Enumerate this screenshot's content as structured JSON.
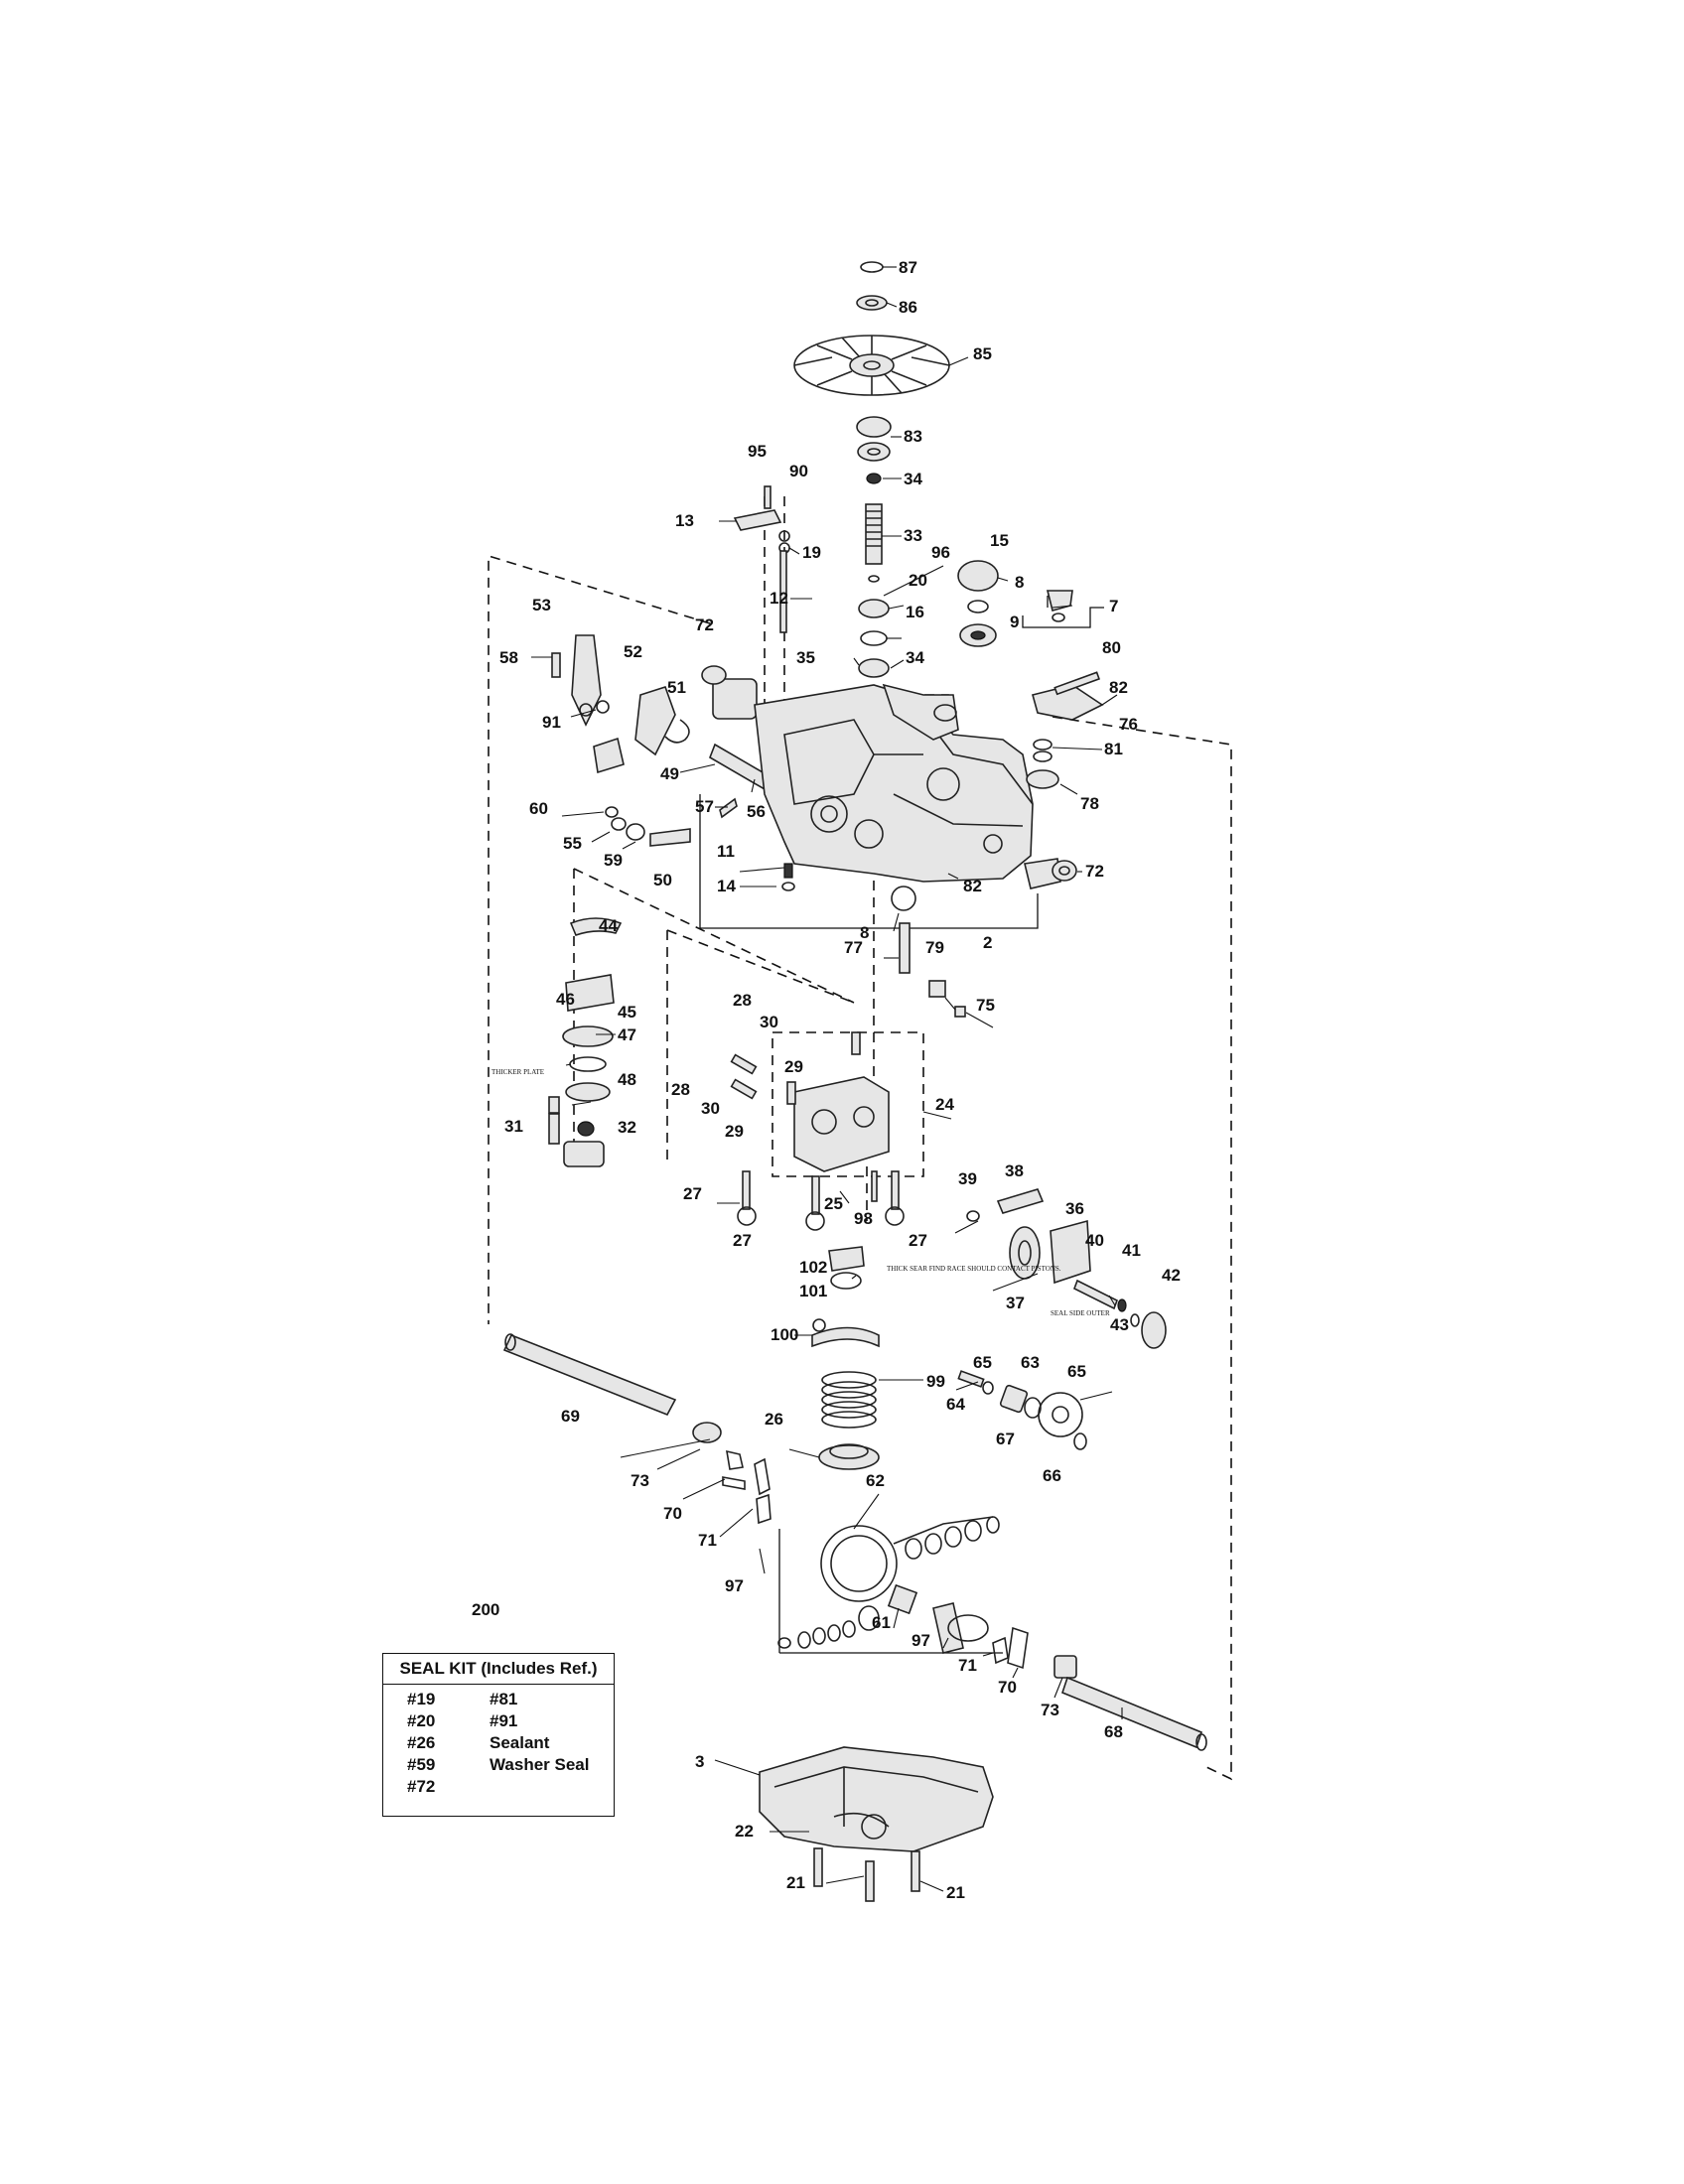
{
  "diagram": {
    "labels": [
      "87",
      "86",
      "85",
      "83",
      "34",
      "95",
      "90",
      "13",
      "33",
      "19",
      "96",
      "15",
      "12",
      "20",
      "8",
      "7",
      "16",
      "9",
      "53",
      "72",
      "35",
      "34",
      "80",
      "58",
      "52",
      "82",
      "91",
      "51",
      "76",
      "81",
      "49",
      "56",
      "57",
      "78",
      "60",
      "55",
      "59",
      "50",
      "11",
      "14",
      "82",
      "72",
      "8",
      "2",
      "77",
      "79",
      "75",
      "44",
      "45",
      "46",
      "47",
      "48",
      "31",
      "32",
      "28",
      "30",
      "29",
      "28",
      "30",
      "29",
      "24",
      "27",
      "25",
      "98",
      "27",
      "27",
      "39",
      "38",
      "36",
      "40",
      "41",
      "42",
      "102",
      "101",
      "37",
      "43",
      "100",
      "99",
      "65",
      "63",
      "65",
      "69",
      "64",
      "67",
      "66",
      "26",
      "62",
      "73",
      "70",
      "71",
      "97",
      "61",
      "97",
      "71",
      "70",
      "73",
      "68",
      "3",
      "22",
      "21",
      "21"
    ],
    "notes": {
      "thicker_plate": "THICKER PLATE",
      "thrust_washer": "THICK SEAR FIND RACE SHOULD CONTACT PISTONS.",
      "seal_side": "SEAL SIDE OUTER"
    }
  },
  "seal_kit": {
    "ref_number": "200",
    "title": "SEAL KIT (Includes Ref.)",
    "col1": [
      "#19",
      "#20",
      "#26",
      "#59",
      "#72"
    ],
    "col2": [
      "#81",
      "#91",
      "Sealant",
      "Washer Seal"
    ]
  }
}
